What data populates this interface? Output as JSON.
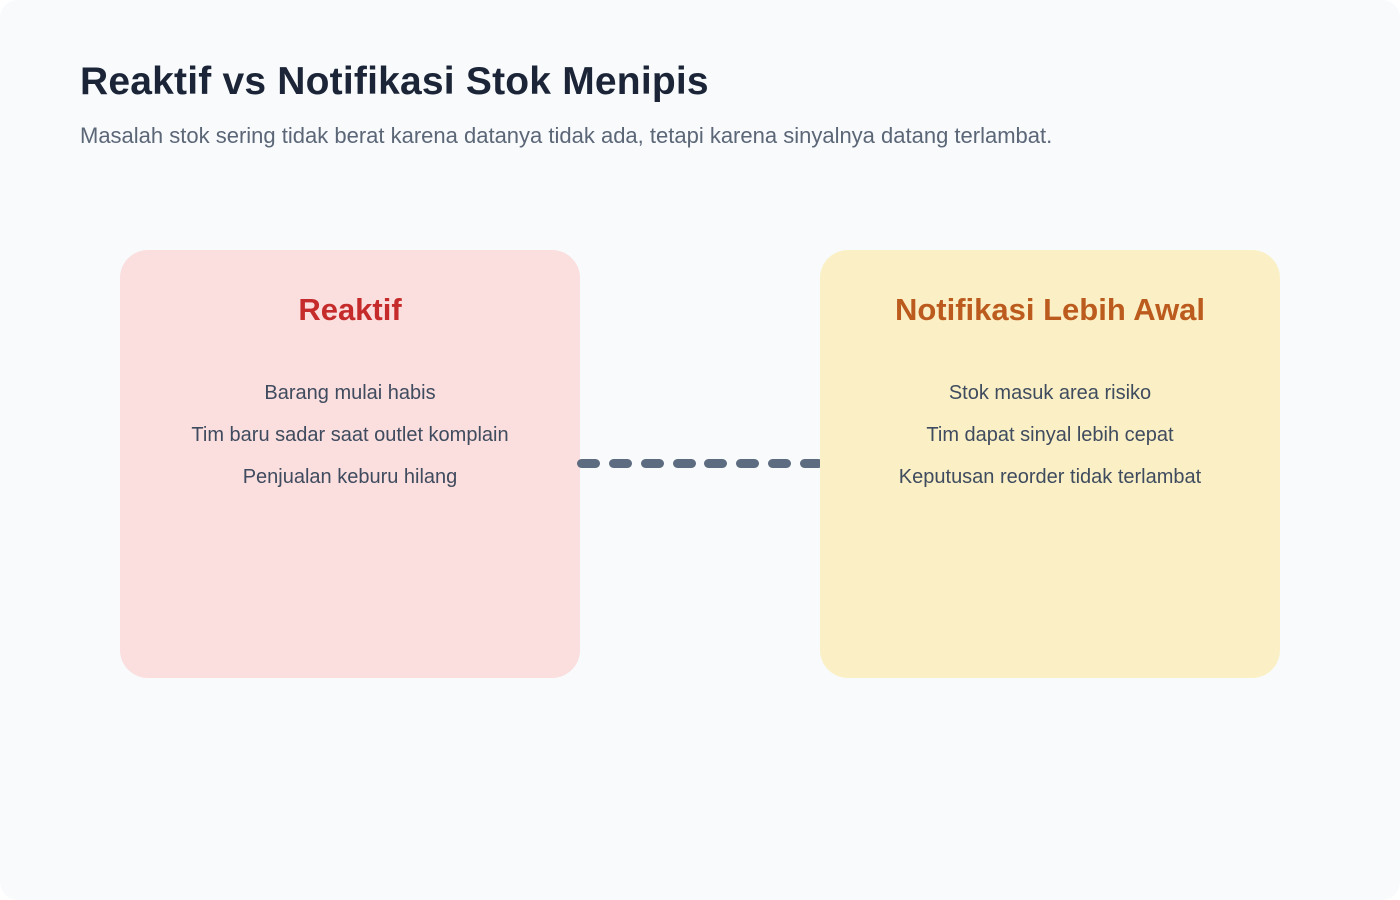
{
  "page": {
    "title": "Reaktif vs Notifikasi Stok Menipis",
    "subtitle": "Masalah stok sering tidak berat karena datanya tidak ada, tetapi karena sinyalnya datang terlambat."
  },
  "cards": {
    "left": {
      "title": "Reaktif",
      "items": [
        "Barang mulai habis",
        "Tim baru sadar saat outlet komplain",
        "Penjualan keburu hilang"
      ]
    },
    "right": {
      "title": "Notifikasi Lebih Awal",
      "items": [
        "Stok masuk area risiko",
        "Tim dapat sinyal lebih cepat",
        "Keputusan reorder tidak terlambat"
      ]
    }
  },
  "connector": {
    "style": "dashed",
    "dash_count": 8
  },
  "colors": {
    "page_bg": "#F8FAFC",
    "title": "#1B2537",
    "subtitle": "#5B6677",
    "left_card_bg": "#FBDEDE",
    "left_card_title": "#C52B2B",
    "right_card_bg": "#FBF0C5",
    "right_card_title": "#BC5B1E",
    "body_text": "#3F4B5E",
    "dash": "#5D6C80"
  }
}
